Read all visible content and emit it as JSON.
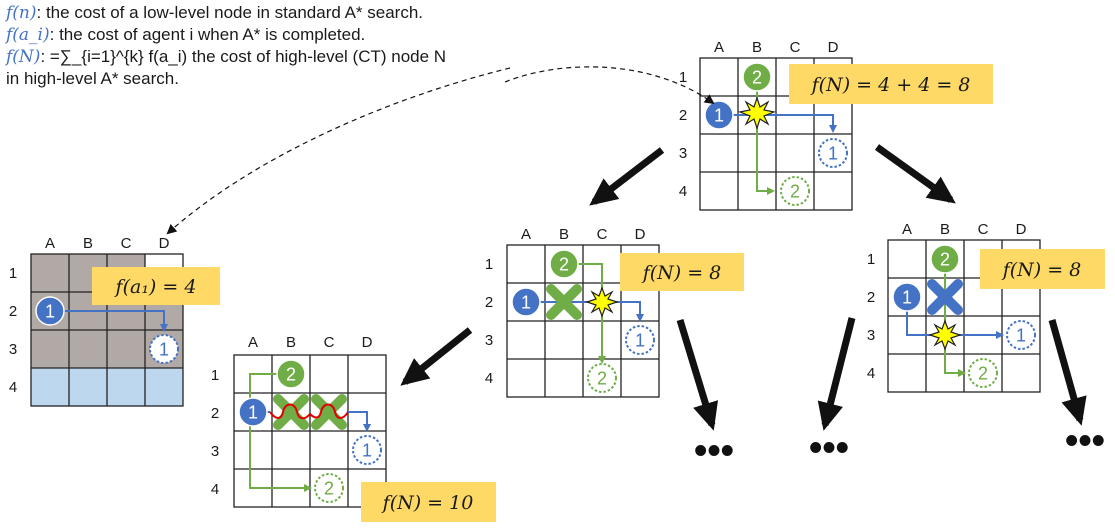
{
  "legend": {
    "line1_sym": "f(n)",
    "line1_text": ": the cost of a low-level node in standard A* search.",
    "line2_sym": "f(a_i)",
    "line2_text": ": the cost of agent i when A* is completed.",
    "line3_sym": "f(N)",
    "line3_text": ": =∑_{i=1}^{k} f(a_i) the cost of high-level (CT) node N",
    "line4_text": "in high-level A* search."
  },
  "columns": [
    "A",
    "B",
    "C",
    "D"
  ],
  "rows": [
    "1",
    "2",
    "3",
    "4"
  ],
  "agents": {
    "agent1": "1",
    "agent2": "2"
  },
  "costs": {
    "root": "f(N) = 4 + 4 = 8",
    "low_level": "f(a₁) = 4",
    "left_child": "f(N) = 8",
    "right_child": "f(N) = 8",
    "grandchild": "f(N) = 10"
  },
  "ellipsis": [
    "•••",
    "•••",
    "•••"
  ],
  "colors": {
    "agent1": "#4472c4",
    "agent2": "#70ad47",
    "cost_box": "#ffd966",
    "closed_cell": "#b0a9a6",
    "open_cell": "#bdd7ee",
    "collision": "#ffff00",
    "detour": "#e00000"
  }
}
